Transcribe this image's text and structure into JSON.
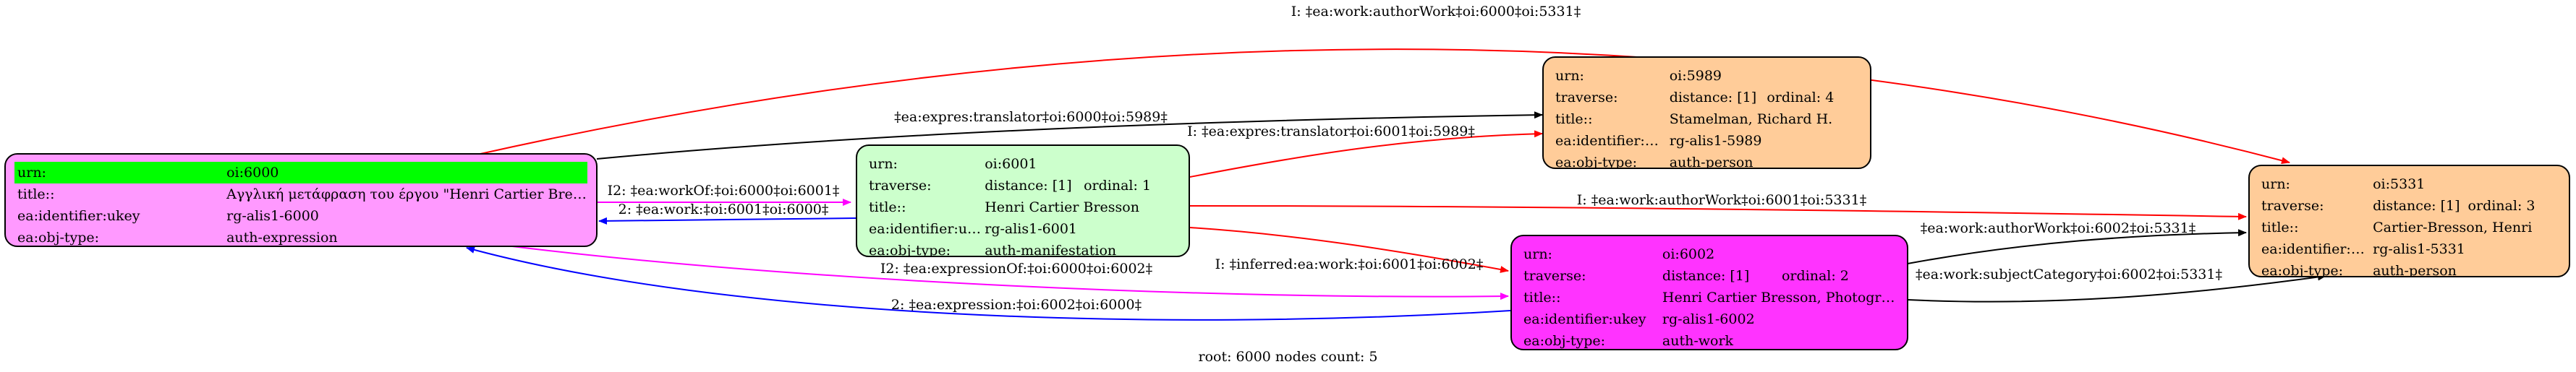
{
  "colors": {
    "expression": "#ff99ff",
    "manifestation": "#ccffcc",
    "person": "#ffcc99",
    "work": "#ff33ff",
    "root_highlight": "#00ff00",
    "edge_black": "#000000",
    "edge_red": "#ff0000",
    "edge_blue": "#0000ff",
    "edge_magenta": "#ff00ff"
  },
  "nodes": {
    "n6000": {
      "urn_label": "urn:",
      "urn_value": "oi:6000",
      "title_label": "title::",
      "title_value": "Αγγλική μετάφραση του έργου \"Henri Cartier Bresson, Photog...",
      "ukey_label": "ea:identifier:ukey",
      "ukey_value": "rg-alis1-6000",
      "type_label": "ea:obj-type:",
      "type_value": "auth-expression"
    },
    "n6001": {
      "urn_label": "urn:",
      "urn_value": "oi:6001",
      "traverse_label": "traverse:",
      "traverse_distance": "distance: [1]",
      "traverse_ordinal": "ordinal: 1",
      "title_label": "title::",
      "title_value": "Henri Cartier Bresson",
      "ukey_label": "ea:identifier:ukey",
      "ukey_value": "rg-alis1-6001",
      "type_label": "ea:obj-type:",
      "type_value": "auth-manifestation"
    },
    "n5989": {
      "urn_label": "urn:",
      "urn_value": "oi:5989",
      "traverse_label": "traverse:",
      "traverse_distance": "distance: [1]",
      "traverse_ordinal": "ordinal: 4",
      "title_label": "title::",
      "title_value": "Stamelman, Richard H.",
      "ukey_label": "ea:identifier:ukey",
      "ukey_value": "rg-alis1-5989",
      "type_label": "ea:obj-type:",
      "type_value": "auth-person"
    },
    "n6002": {
      "urn_label": "urn:",
      "urn_value": "oi:6002",
      "traverse_label": "traverse:",
      "traverse_distance": "distance: [1]",
      "traverse_ordinal": "ordinal: 2",
      "title_label": "title::",
      "title_value": "Henri Cartier Bresson, Photographe",
      "ukey_label": "ea:identifier:ukey",
      "ukey_value": "rg-alis1-6002",
      "type_label": "ea:obj-type:",
      "type_value": "auth-work"
    },
    "n5331": {
      "urn_label": "urn:",
      "urn_value": "oi:5331",
      "traverse_label": "traverse:",
      "traverse_distance": "distance: [1]",
      "traverse_ordinal": "ordinal: 3",
      "title_label": "title::",
      "title_value": "Cartier-Bresson, Henri",
      "ukey_label": "ea:identifier:ukey",
      "ukey_value": "rg-alis1-5331",
      "type_label": "ea:obj-type:",
      "type_value": "auth-person"
    }
  },
  "edges": [
    {
      "from": "6000",
      "to": "5331",
      "label": "I: ‡ea:work:authorWork‡oi:6000‡oi:5331‡",
      "color": "#ff0000"
    },
    {
      "from": "6000",
      "to": "5989",
      "label": "‡ea:expres:translator‡oi:6000‡oi:5989‡",
      "color": "#000000"
    },
    {
      "from": "6001",
      "to": "5989",
      "label": "I: ‡ea:expres:translator‡oi:6001‡oi:5989‡",
      "color": "#ff0000"
    },
    {
      "from": "6000",
      "to": "6001",
      "label": "I2: ‡ea:workOf:‡oi:6000‡oi:6001‡",
      "color": "#ff00ff"
    },
    {
      "from": "6001",
      "to": "6000",
      "label": "2: ‡ea:work:‡oi:6001‡oi:6000‡",
      "color": "#0000ff"
    },
    {
      "from": "6001",
      "to": "5331",
      "label": "I: ‡ea:work:authorWork‡oi:6001‡oi:5331‡",
      "color": "#ff0000"
    },
    {
      "from": "6001",
      "to": "6002",
      "label": "I: ‡inferred:ea:work:‡oi:6001‡oi:6002‡",
      "color": "#ff0000"
    },
    {
      "from": "6000",
      "to": "6002",
      "label": "I2: ‡ea:expressionOf:‡oi:6000‡oi:6002‡",
      "color": "#ff00ff"
    },
    {
      "from": "6002",
      "to": "6000",
      "label": "2: ‡ea:expression:‡oi:6002‡oi:6000‡",
      "color": "#0000ff"
    },
    {
      "from": "6002",
      "to": "5331",
      "label": "‡ea:work:authorWork‡oi:6002‡oi:5331‡",
      "color": "#000000"
    },
    {
      "from": "6002",
      "to": "5331",
      "label": "‡ea:work:subjectCategory‡oi:6002‡oi:5331‡",
      "color": "#000000"
    }
  ],
  "footer": "root: 6000 nodes count: 5"
}
